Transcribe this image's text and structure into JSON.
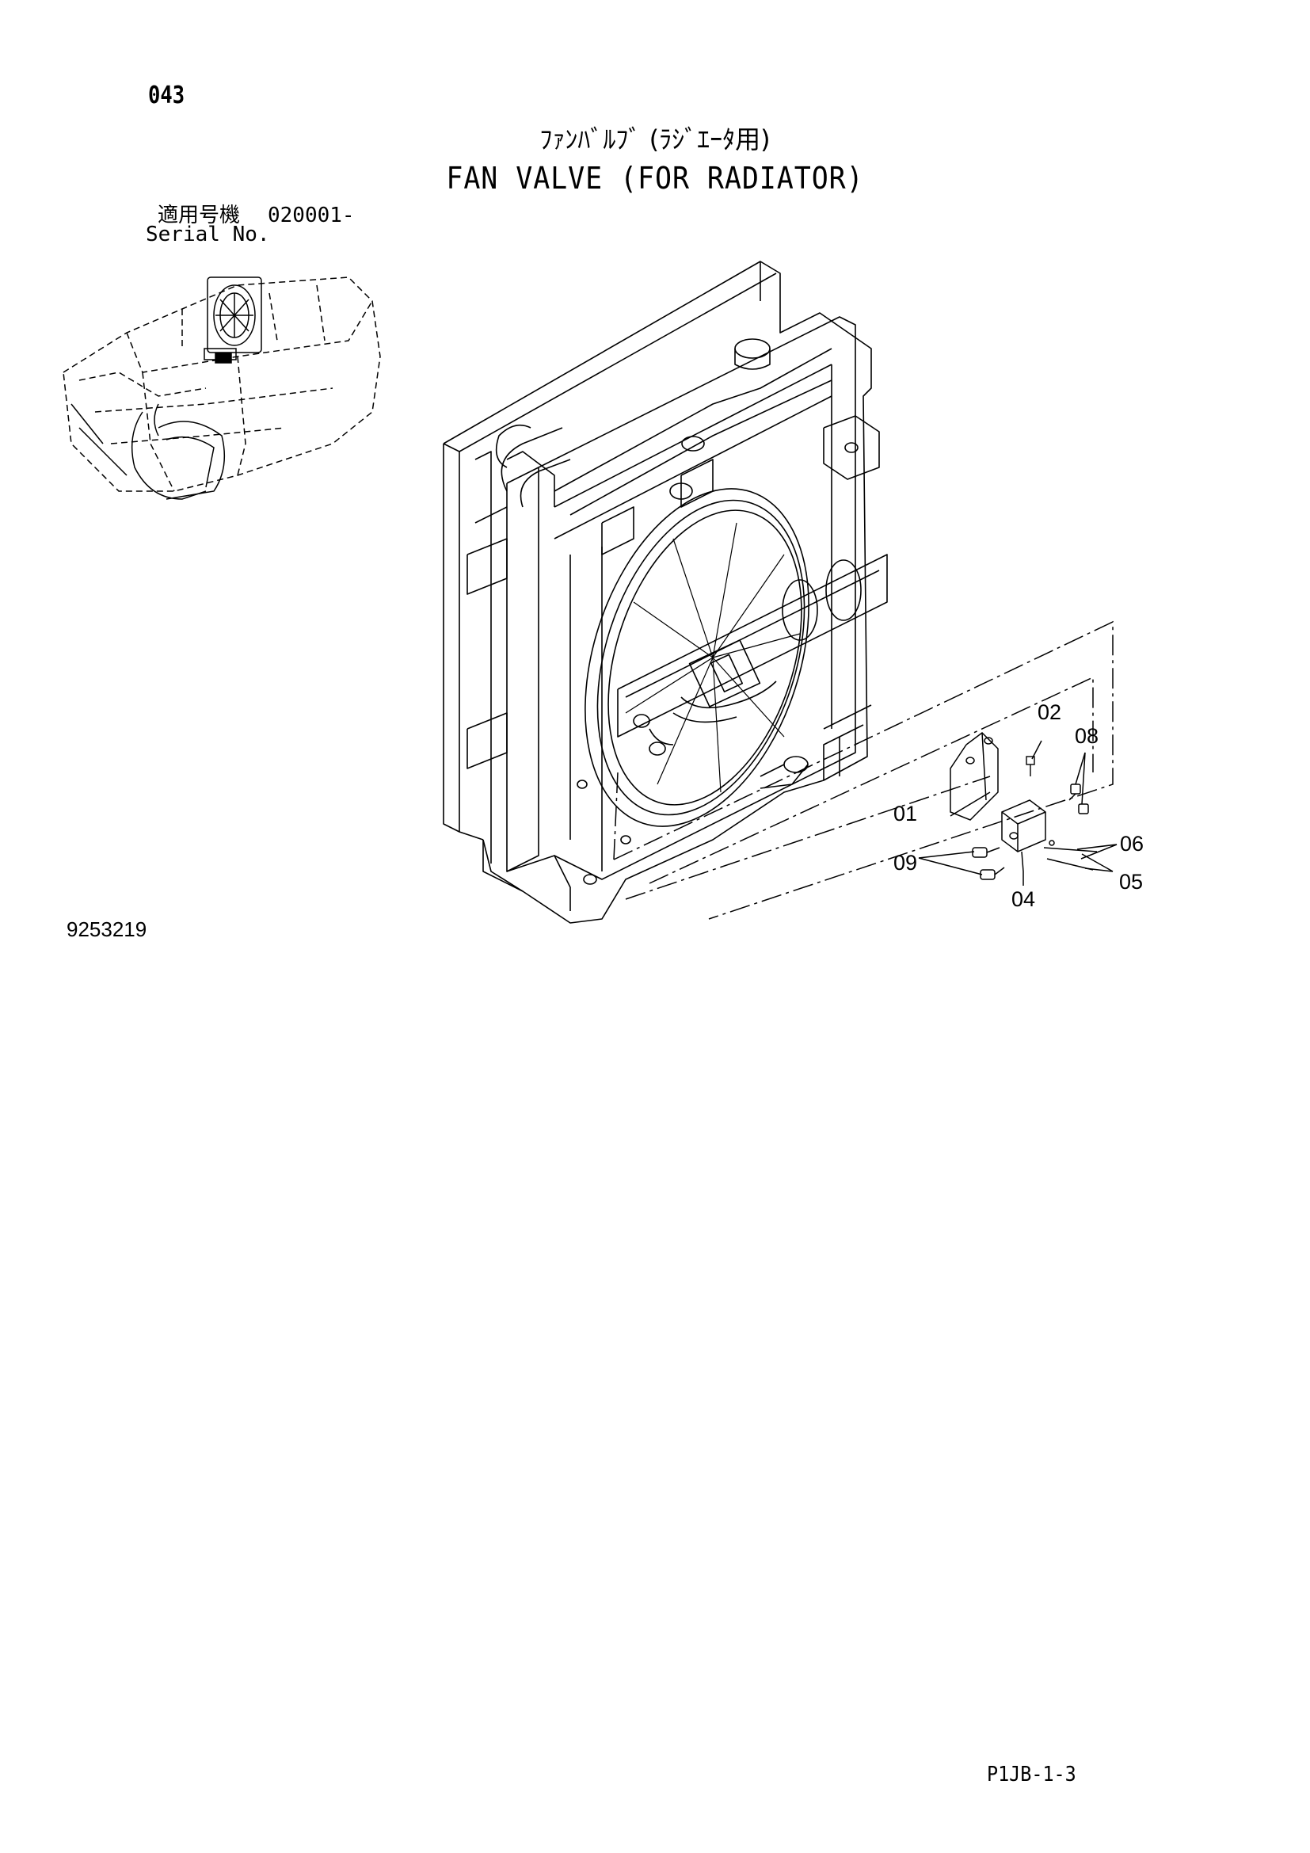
{
  "header": {
    "page_number": "043",
    "title_jp": "ﾌｧﾝﾊﾞﾙﾌﾞ (ﾗｼﾞｴｰﾀ用)",
    "title_en": "FAN VALVE (FOR RADIATOR)"
  },
  "serial": {
    "label_jp": "適用号機",
    "value": "020001-",
    "label_en": "Serial No."
  },
  "callouts": [
    {
      "id": "01",
      "label": "01"
    },
    {
      "id": "02",
      "label": "02"
    },
    {
      "id": "04",
      "label": "04"
    },
    {
      "id": "05",
      "label": "05"
    },
    {
      "id": "06",
      "label": "06"
    },
    {
      "id": "08",
      "label": "08"
    },
    {
      "id": "09",
      "label": "09"
    }
  ],
  "footer": {
    "drawing_number": "9253219",
    "sheet_code": "P1JB-1-3"
  }
}
